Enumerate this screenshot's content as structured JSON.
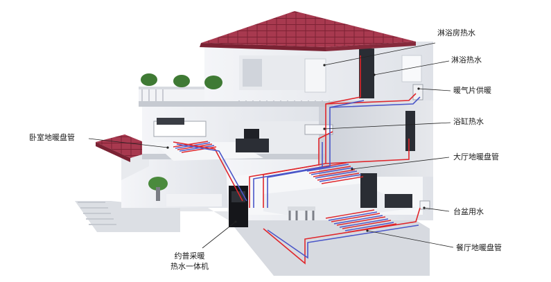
{
  "diagram": {
    "labels": {
      "shower_room_hot_water": "淋浴房热水",
      "shower_hot_water": "淋浴热水",
      "radiator_heating": "暖气片供暖",
      "bathtub_hot_water": "浴缸热水",
      "bedroom_floor_heating": "卧室地暖盘管",
      "hall_floor_heating": "大厅地暖盘管",
      "basin_water": "台盆用水",
      "dining_floor_heating": "餐厅地暖盘管",
      "unit_line1": "约普采暖",
      "unit_line2": "热水一体机"
    },
    "colors": {
      "roof": "#a8394f",
      "wall": "#eef0f3",
      "hot_pipe": "#e0262b",
      "cold_pipe": "#4a56c8",
      "leader": "#222222"
    }
  }
}
